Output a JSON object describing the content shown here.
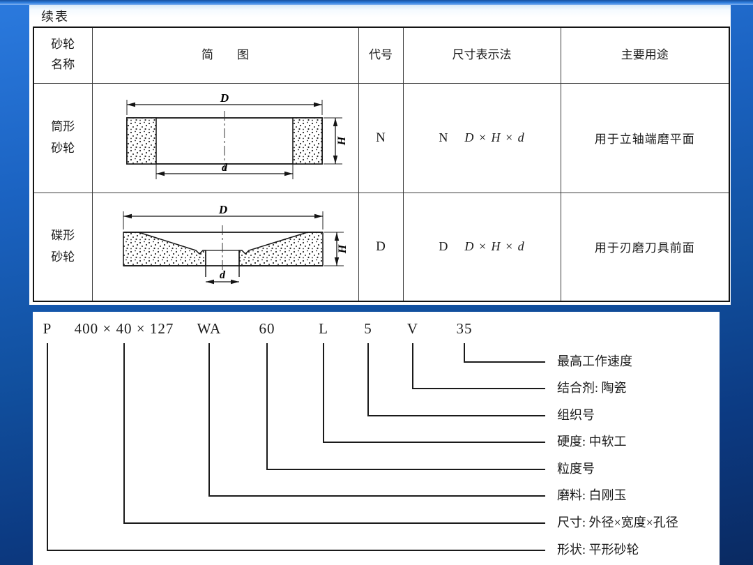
{
  "continued_label": "续表",
  "colors": {
    "background_top": "#2b7ade",
    "background_bottom": "#0a2a62",
    "panel": "#ffffff",
    "line": "#1a1a1a"
  },
  "table": {
    "header": {
      "name_line1": "砂轮",
      "name_line2": "名称",
      "diagram": "简　　图",
      "code": "代号",
      "notation": "尺寸表示法",
      "usage": "主要用途"
    },
    "rows": [
      {
        "name_line1": "筒形",
        "name_line2": "砂轮",
        "code": "N",
        "notation_code": "N",
        "notation_formula": "D × H × d",
        "usage": "用于立轴端磨平面",
        "diagram": {
          "outer_dim": "D",
          "inner_dim": "d",
          "height_dim": "H"
        }
      },
      {
        "name_line1": "碟形",
        "name_line2": "砂轮",
        "code": "D",
        "notation_code": "D",
        "notation_formula": "D × H × d",
        "usage": "用于刃磨刀具前面",
        "diagram": {
          "outer_dim": "D",
          "inner_dim": "d",
          "height_dim": "H"
        }
      }
    ]
  },
  "marking": {
    "items": [
      {
        "text": "P",
        "label": "形状: 平形砂轮"
      },
      {
        "text": "400 × 40 × 127",
        "label": "尺寸: 外径×宽度×孔径"
      },
      {
        "text": "WA",
        "label": "磨料: 白刚玉"
      },
      {
        "text": "60",
        "label": "粒度号"
      },
      {
        "text": "L",
        "label": "硬度: 中软工"
      },
      {
        "text": "5",
        "label": "组织号"
      },
      {
        "text": "V",
        "label": "结合剂: 陶瓷"
      },
      {
        "text": "35",
        "label": "最高工作速度"
      }
    ]
  }
}
